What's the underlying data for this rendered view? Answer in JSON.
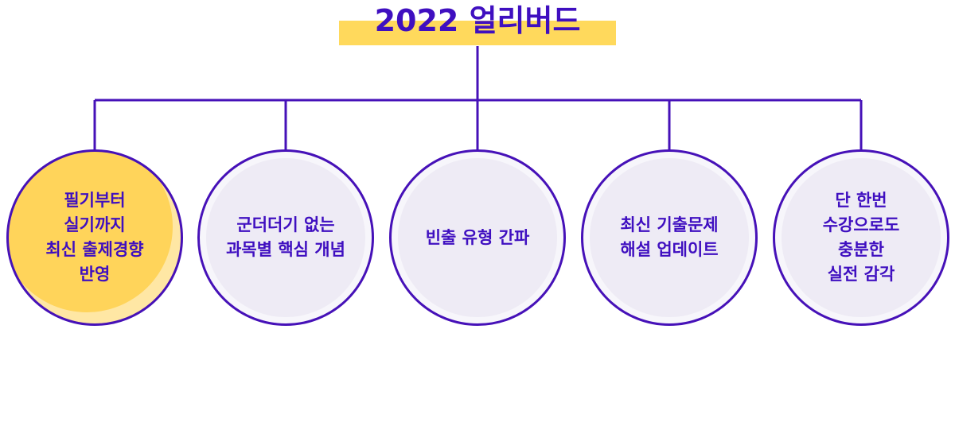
{
  "title": "2022 얼리버드",
  "colors": {
    "primary": "#3f0fc0",
    "line": "#4611b8",
    "accent": "#ffd95c",
    "node_fill": "#eeebf5",
    "node_highlight": "#ffd45a"
  },
  "nodes": [
    {
      "lines": [
        "필기부터",
        "실기까지",
        "최신 출제경향",
        "반영"
      ],
      "highlight": true
    },
    {
      "lines": [
        "군더더기 없는",
        "과목별 핵심 개념"
      ],
      "highlight": false
    },
    {
      "lines": [
        "빈출 유형 간파"
      ],
      "highlight": false
    },
    {
      "lines": [
        "최신 기출문제",
        "해설 업데이트"
      ],
      "highlight": false
    },
    {
      "lines": [
        "단 한번",
        "수강으로도",
        "충분한",
        "실전 감각"
      ],
      "highlight": false
    }
  ]
}
